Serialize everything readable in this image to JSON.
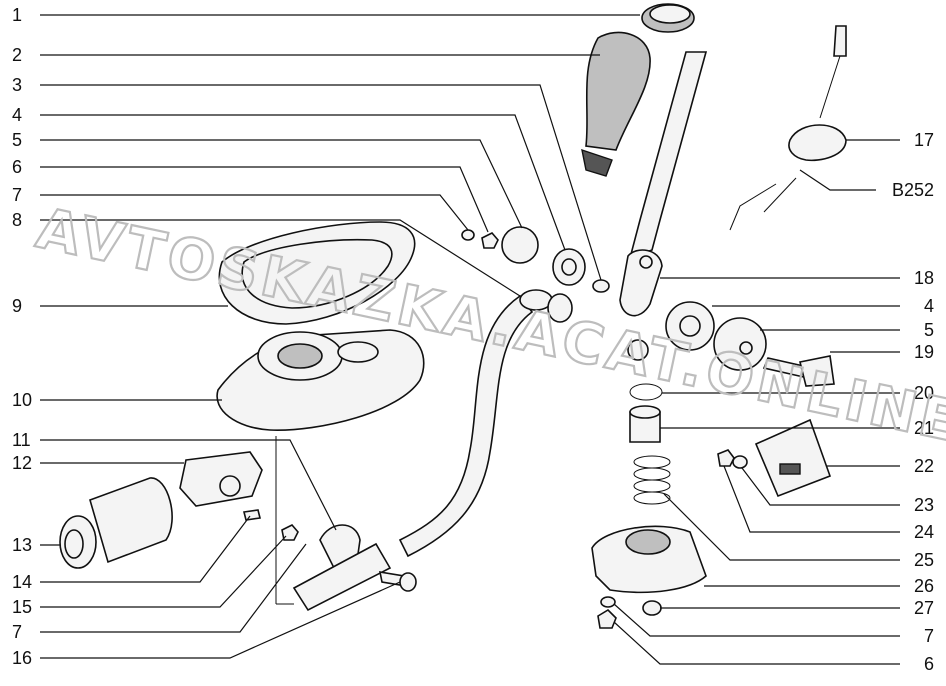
{
  "labels_left": [
    "1",
    "2",
    "3",
    "4",
    "5",
    "6",
    "7",
    "8",
    "9",
    "10",
    "11",
    "12",
    "13",
    "14",
    "15",
    "7",
    "16"
  ],
  "labels_right": [
    "17",
    "B252",
    "18",
    "4",
    "5",
    "19",
    "20",
    "21",
    "22",
    "23",
    "24",
    "25",
    "26",
    "27",
    "7",
    "6"
  ],
  "watermark": "AVTOSKAZKA.ACAT.ONLINE",
  "colors": {
    "line": "#111111",
    "fill": "#f4f4f4",
    "watermark": "#bdbdbd"
  }
}
